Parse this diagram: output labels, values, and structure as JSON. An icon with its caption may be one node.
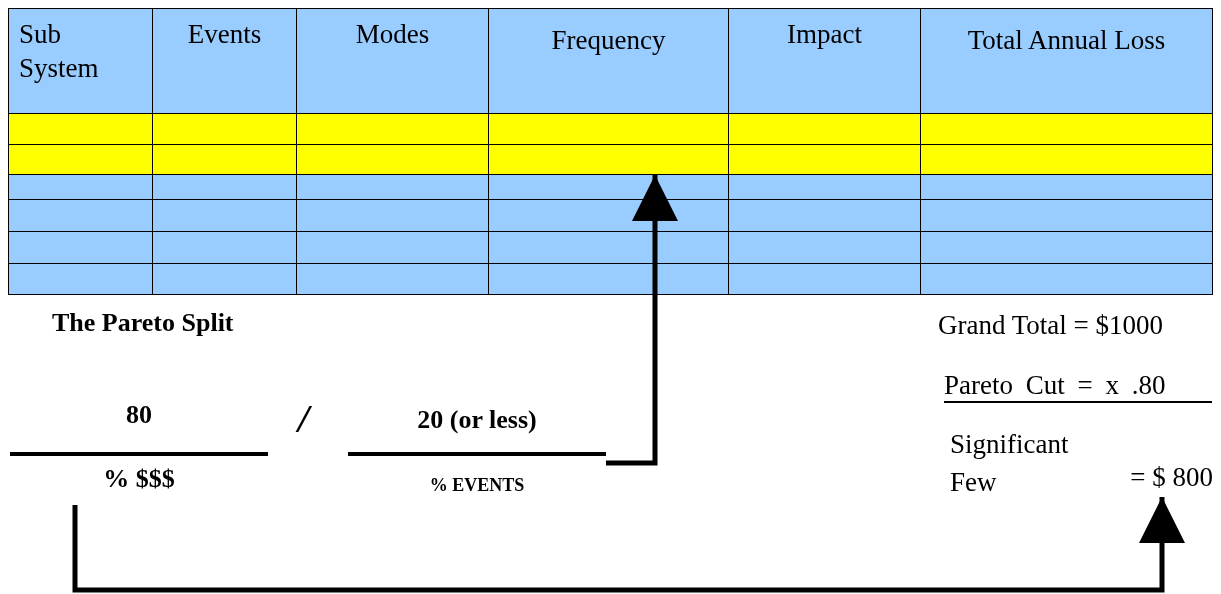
{
  "diagram": {
    "nodes": [
      {
        "text": [
          "20 (or less)",
          "% EVENTS"
        ]
      },
      {
        "text": [],
        "shape": "bar"
      },
      {
        "text": [
          "80",
          "% $$$"
        ]
      },
      {
        "text": [
          "= $ 800"
        ]
      }
    ],
    "edges": [
      {
        "from": 0,
        "to": 1,
        "arrow": "to"
      },
      {
        "from": 2,
        "to": 3,
        "arrow": "to"
      }
    ],
    "labels": [
      "Sub System",
      "Events",
      "Modes",
      "Frequency",
      "Impact",
      "Total Annual Loss",
      "The Pareto Split",
      "/",
      "Grand Total = $1000",
      "Pareto Cut = x .80",
      "Significant Few"
    ]
  }
}
